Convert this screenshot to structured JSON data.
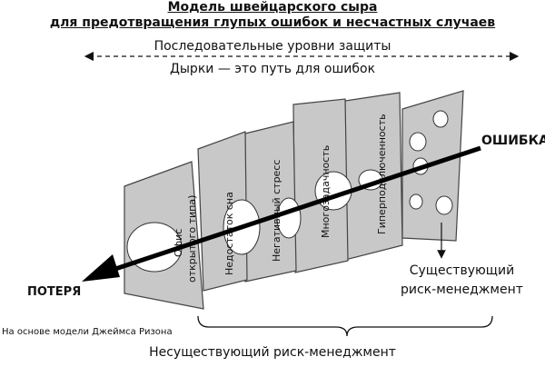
{
  "title_line1": "Модель швейцарского сыра",
  "title_line2": "для предотвращения глупых ошибок и несчастных случаев",
  "layers_label": "Последовательные уровни защиты",
  "holes_label": "Дырки — это путь для ошибок",
  "error_label": "ОШИБКА",
  "loss_label": "ПОТЕРЯ",
  "existing_risk_line1": "Существующий",
  "existing_risk_line2": "риск-менеджмент",
  "nonexisting_risk": "Несуществующий риск-менеджмент",
  "source_note": "На основе модели Джеймса Ризона",
  "slices": [
    {
      "line1": "Офис",
      "line2": "открытого типа)"
    },
    {
      "line1": "Недостаток сна"
    },
    {
      "line1": "Негативный стресс"
    },
    {
      "line1": "Многозадачность"
    },
    {
      "line1": "Гиперподключенность"
    }
  ],
  "colors": {
    "slice_fill": "#c8c8c8",
    "slice_stroke": "#444444",
    "arrow": "#000000"
  }
}
